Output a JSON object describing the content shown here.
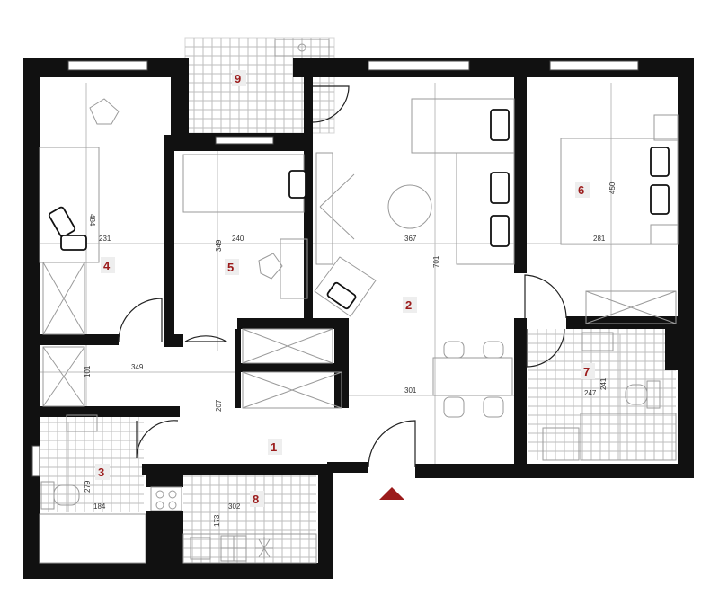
{
  "rooms": [
    {
      "number": "1"
    },
    {
      "number": "2"
    },
    {
      "number": "3"
    },
    {
      "number": "4"
    },
    {
      "number": "5"
    },
    {
      "number": "6"
    },
    {
      "number": "7"
    },
    {
      "number": "8"
    },
    {
      "number": "9"
    }
  ],
  "dimensions": {
    "room4_width": "231",
    "room4_height": "484",
    "room5_width": "240",
    "room5_height": "349",
    "room2_width": "367",
    "room2_height": "701",
    "room2_lower": "301",
    "room6_width": "281",
    "room6_height": "450",
    "hall_width": "349",
    "hall_short": "101",
    "hall_height": "207",
    "room3_height": "279",
    "room3_width": "184",
    "room8_width": "302",
    "room8_height": "173",
    "room7_height": "241",
    "room7_width": "247"
  },
  "colors": {
    "label_red": "#9b1b1b",
    "wall": "#111111"
  },
  "icons": {
    "entrance": "entrance-arrow-icon"
  }
}
